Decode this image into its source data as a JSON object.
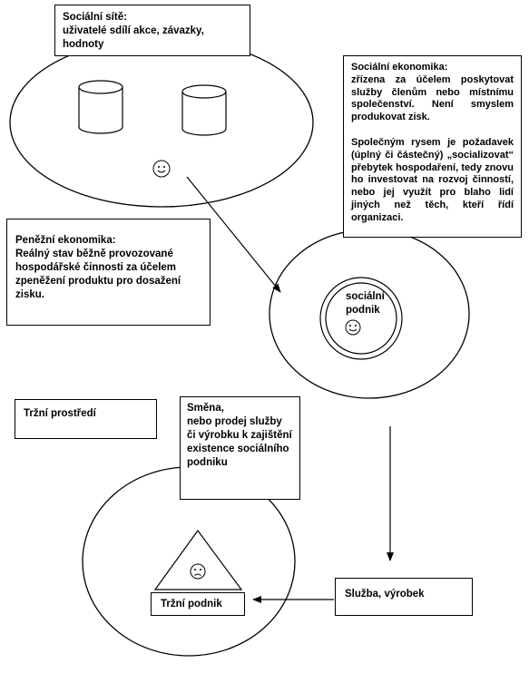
{
  "social_networks": {
    "title": "Sociální sítě:",
    "text": "uživatelé sdílí akce, závazky, hodnoty"
  },
  "social_economy": {
    "title": "Sociální ekonomika:",
    "text1": "zřízena za účelem poskytovat služby členům nebo místnímu společenství. Není smyslem produkovat zisk.",
    "text2": "Společným rysem je požadavek (úplný či částečný) „socializovat“ přebytek hospodaření, tedy znovu ho investovat na rozvoj činností, nebo jej využít pro blaho lidí jiných než těch, kteří řídí organizaci."
  },
  "money_economy": {
    "title": "Peněžní ekonomika:",
    "text": "Reálný stav běžně provozované hospodářské činnosti za účelem zpeněžení produktu pro dosažení zisku."
  },
  "social_enterprise": {
    "label_line1": "sociální",
    "label_line2": "podnik"
  },
  "market_environment": {
    "label": "Tržní prostředí"
  },
  "exchange": {
    "line1": "Směna,",
    "line2": "nebo prodej služby",
    "line3": "či výrobku k zajištění",
    "line4": "existence sociálního",
    "line5": "podniku"
  },
  "service_product": {
    "label": "Služba, výrobek"
  },
  "market_enterprise": {
    "label": "Tržní podnik"
  },
  "icons": {
    "smiley_top": "smiley-happy-icon",
    "smiley_center": "smiley-happy-icon",
    "smiley_bottom": "smiley-sad-icon",
    "db_left": "database-cylinder-icon",
    "db_right": "database-cylinder-icon"
  }
}
